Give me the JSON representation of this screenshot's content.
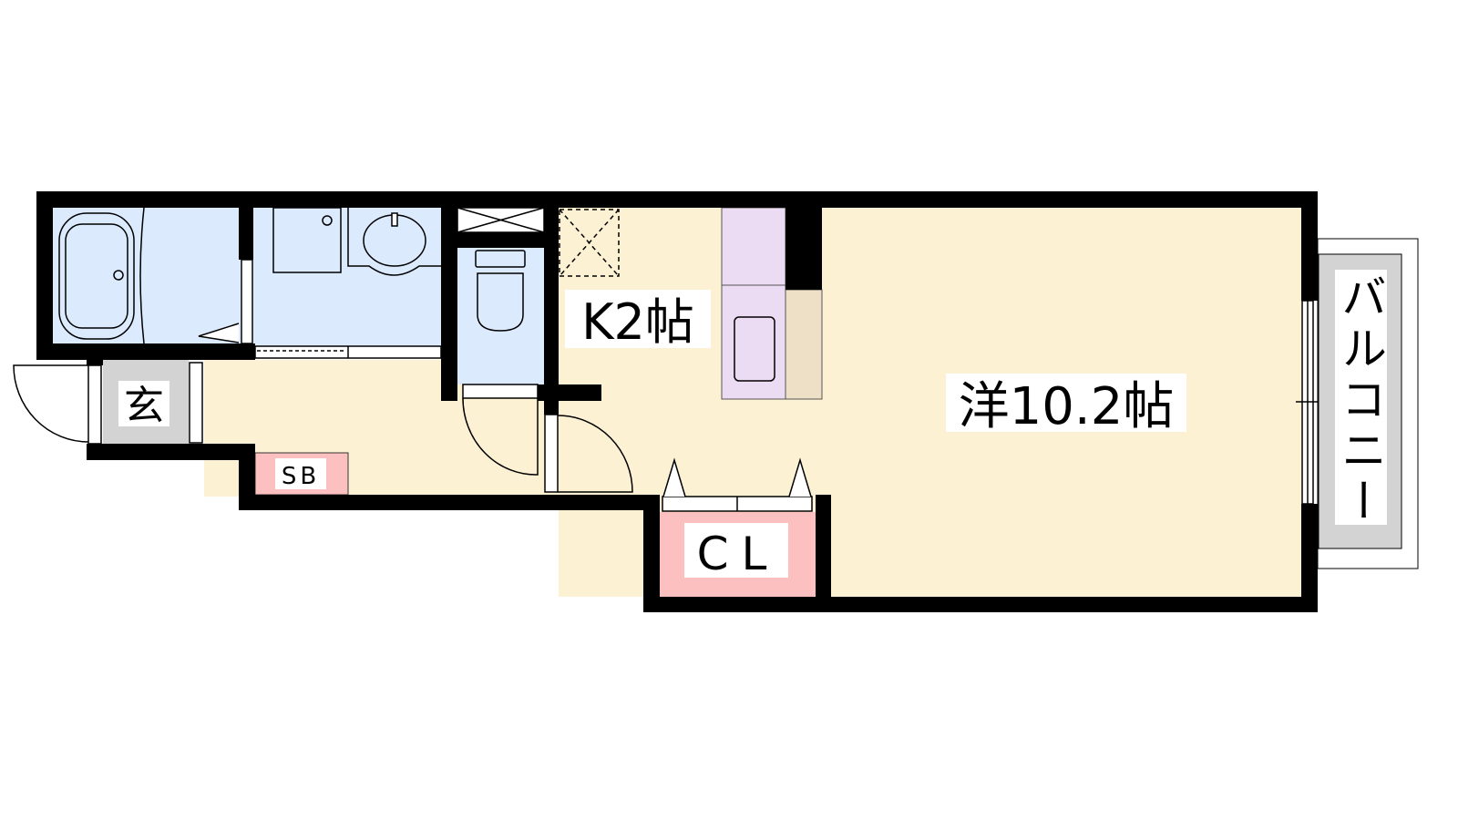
{
  "floorplan": {
    "rooms": {
      "western_room": "洋10.2帖",
      "kitchen": "K2帖",
      "entrance": "玄",
      "shoe_box": "SB",
      "closet": "CL",
      "balcony": "バルコニー"
    },
    "colors": {
      "wall": "#000000",
      "living": "#fdf1d3",
      "wet_area": "#dbeafd",
      "storage": "#fcc0c0",
      "appliance": "#ecdcf3",
      "counter": "#eedfc7",
      "entrance_floor": "#d3d3d3"
    }
  }
}
